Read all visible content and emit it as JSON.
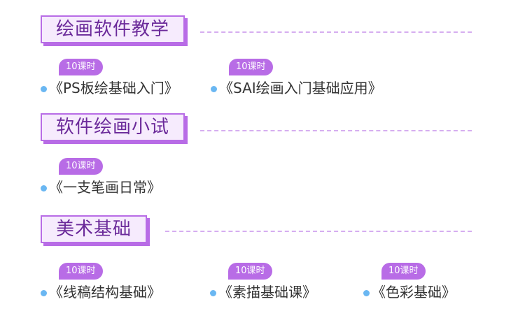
{
  "sections": [
    {
      "title": "绘画软件教学",
      "courses": [
        {
          "badge": "10课时",
          "name": "《PS板绘基础入门》"
        },
        {
          "badge": "10课时",
          "name": "《SAI绘画入门基础应用》"
        }
      ]
    },
    {
      "title": "软件绘画小试",
      "courses": [
        {
          "badge": "10课时",
          "name": "《一支笔画日常》"
        }
      ]
    },
    {
      "title": "美术基础",
      "courses": [
        {
          "badge": "10课时",
          "name": "《线稿结构基础》"
        },
        {
          "badge": "10课时",
          "name": "《素描基础课》"
        },
        {
          "badge": "10课时",
          "name": "《色彩基础》"
        }
      ]
    }
  ],
  "colors": {
    "accent": "#b86ce6",
    "title_bg": "#f6ebfd",
    "title_text": "#6b2a9a",
    "dash": "#d6aef0",
    "bullet": "#6ab7f2",
    "course_text": "#333333"
  }
}
